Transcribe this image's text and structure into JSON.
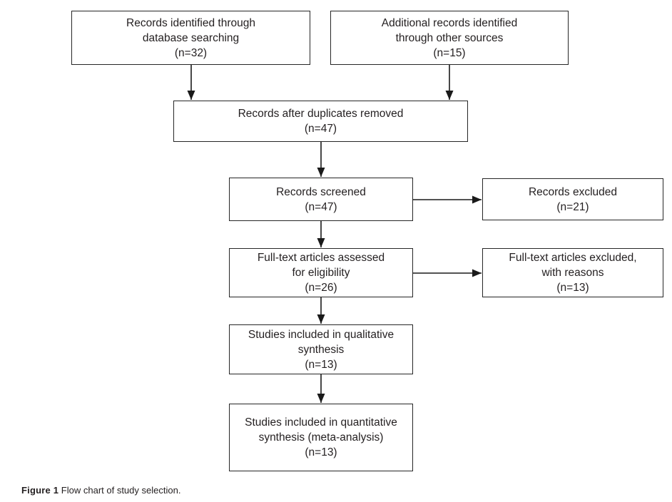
{
  "figure": {
    "caption_label": "Figure 1",
    "caption_text": "Flow chart of study selection."
  },
  "colors": {
    "background": "#ffffff",
    "box_border": "#262626",
    "text": "#231f20",
    "arrow": "#1a1a1a"
  },
  "nodes": {
    "identified": {
      "label": "Records identified through\ndatabase searching\n(n=32)",
      "count": 32
    },
    "additional": {
      "label": "Additional records identified\nthrough other sources\n(n=15)",
      "count": 15
    },
    "deduplicated": {
      "label": "Records after duplicates removed\n(n=47)",
      "count": 47
    },
    "screened": {
      "label": "Records screened\n(n=47)",
      "count": 47
    },
    "excluded": {
      "label": "Records excluded\n(n=21)",
      "count": 21
    },
    "fulltext": {
      "label": "Full-text articles assessed\nfor eligibility\n(n=26)",
      "count": 26
    },
    "fulltext_excluded": {
      "label": "Full-text articles excluded,\nwith reasons\n(n=13)",
      "count": 13
    },
    "qualitative": {
      "label": "Studies included in qualitative\nsynthesis\n(n=13)",
      "count": 13
    },
    "quantitative": {
      "label": "Studies included in quantitative\nsynthesis (meta-analysis)\n(n=13)",
      "count": 13
    }
  }
}
